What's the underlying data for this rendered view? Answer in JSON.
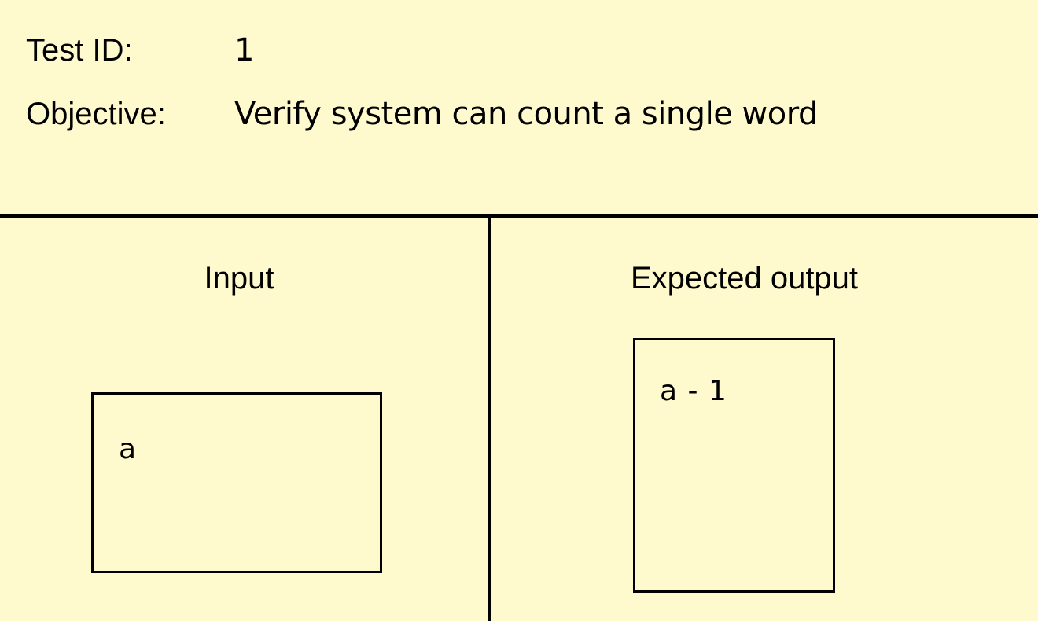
{
  "header": {
    "test_id_label": "Test ID:",
    "test_id_value": "1",
    "objective_label": "Objective:",
    "objective_value": "Verify system can count a single word"
  },
  "input_panel": {
    "title": "Input",
    "content": "a"
  },
  "output_panel": {
    "title": "Expected output",
    "content": "a - 1"
  },
  "colors": {
    "background": "#fffacd",
    "lines": "#000000"
  }
}
